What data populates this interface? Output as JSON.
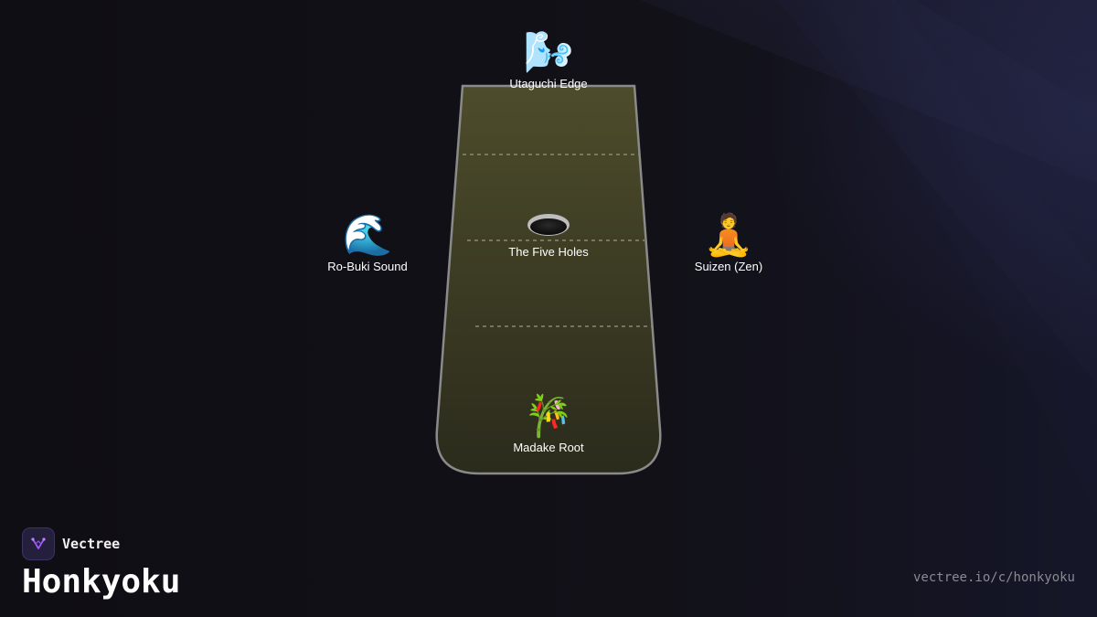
{
  "theme": {
    "background": "#111017",
    "tube_top": "#4a4a2a",
    "tube_bottom": "#2c2c1c",
    "tube_outline": "#8a8a8a",
    "divider": "#8a8a7a",
    "text": "#ffffff",
    "url_color": "#8a8a92",
    "logo_accent": "#a855f7"
  },
  "diagram": {
    "top": {
      "icon": "wind-icon",
      "glyph": "🌬️",
      "label": "Utaguchi Edge"
    },
    "middle": {
      "icon": "hole-icon",
      "label": "The Five Holes"
    },
    "left": {
      "icon": "wave-icon",
      "glyph": "🌊",
      "label": "Ro-Buki Sound"
    },
    "right": {
      "icon": "meditation-icon",
      "glyph": "🧘",
      "label": "Suizen (Zen)"
    },
    "bottom": {
      "icon": "bamboo-icon",
      "glyph": "🎋",
      "label": "Madake Root"
    }
  },
  "brand": {
    "name": "Vectree",
    "title": "Honkyoku"
  },
  "footer": {
    "url": "vectree.io/c/honkyoku"
  }
}
